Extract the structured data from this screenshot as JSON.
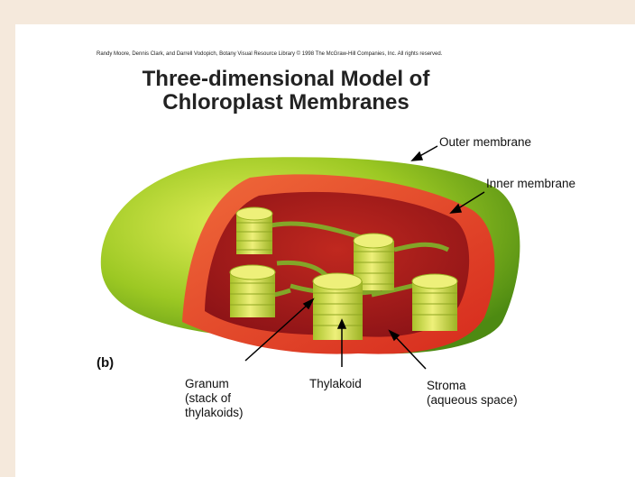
{
  "credit": "Randy Moore, Dennis Clark, and Darrell Vodopich, Botany Visual Resource Library © 1998 The McGraw-Hill Companies, Inc. All rights reserved.",
  "title": "Three-dimensional Model of\nChloroplast Membranes",
  "panel_label": "(b)",
  "labels": {
    "outer_membrane": "Outer membrane",
    "inner_membrane": "Inner membrane",
    "granum": "Granum\n(stack of\nthylakoids)",
    "thylakoid": "Thylakoid",
    "stroma": "Stroma\n(aqueous space)"
  },
  "colors": {
    "outer_green": "#8cc21e",
    "inner_red": "#e8432a",
    "stroma_dark": "#a4161a",
    "granum_yellow": "#d7e24a"
  }
}
